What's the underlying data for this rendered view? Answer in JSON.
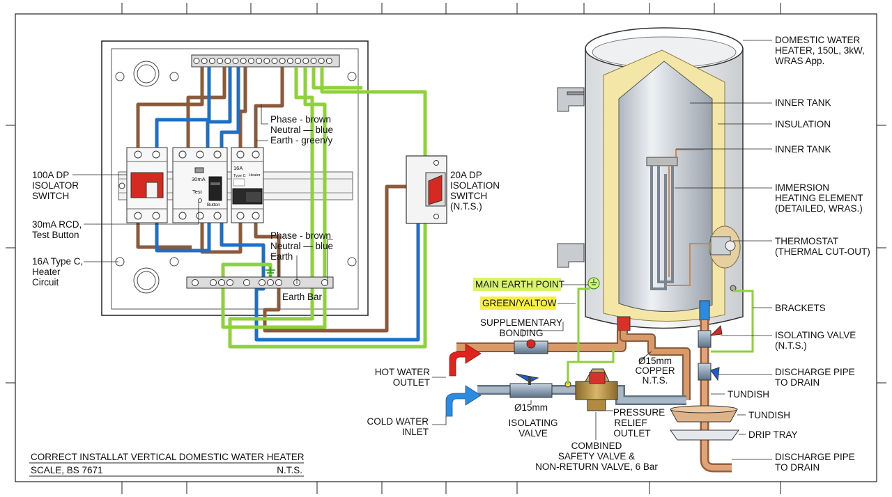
{
  "title_block": {
    "title": "CORRECT INSTALLAT VERTICAL DOMESTIC WATER HEATER",
    "scale": "SCALE, BS 7671",
    "nts": "N.T.S."
  },
  "consumer_unit": {
    "labels": {
      "isolator": [
        "100A DP",
        "ISOLATOR",
        "SWITCH"
      ],
      "rcd": [
        "30mA RCD,",
        "Test Button"
      ],
      "mcb": [
        "16A Type C,",
        "Heater",
        "Circuit"
      ],
      "wires_top": [
        "Phase - brown",
        "Neutral — blue",
        "Earth - green/y"
      ],
      "wires_bottom": [
        "Phase - brown",
        "Neutral — blue",
        "Earth"
      ],
      "earth_bar": "Earth Bar"
    },
    "device_text": {
      "rcd_rating": "30mA",
      "rcd_test": "Test",
      "rcd_button": "Button",
      "mcb_rating": "16A",
      "mcb_type": "Type C",
      "mcb_heater": "Heater"
    }
  },
  "isolation_switch": [
    "20A DP",
    "ISOLATION",
    "SWITCH",
    "(N.T.S.)"
  ],
  "heater_labels": {
    "heater": [
      "DOMESTIC WATER",
      "HEATER, 150L, 3kW,",
      "WRAS App."
    ],
    "inner_tank_1": "INNER TANK",
    "insulation": "INSULATION",
    "inner_tank_2": "INNER TANK",
    "element": [
      "IMMERSION",
      "HEATING ELEMENT",
      "(DETAILED, WRAS.)"
    ],
    "thermostat": [
      "THERMOSTAT",
      "(THERMAL CUT-OUT)"
    ],
    "brackets": "BRACKETS",
    "isolating_valve_right": [
      "ISOLATING VALVE",
      "(N.T.S.)"
    ],
    "discharge_1": [
      "DISCHARGE PIPE",
      "TO DRAIN"
    ],
    "tundish_1": "TUNDISH",
    "tundish_2": "TUNDISH",
    "drip_tray": "DRIP TRAY",
    "discharge_2": [
      "DISCHARGE PIPE",
      "TO DRAIN"
    ]
  },
  "plumbing_labels": {
    "main_earth": "MAIN EARTH POINT",
    "green_yellow": "GREEN/YALTOW",
    "bonding": [
      "SUPPLEMENTARY",
      "BONDING"
    ],
    "hot_outlet": [
      "HOT WATER",
      "OUTLET"
    ],
    "cold_inlet": [
      "COLD WATER",
      "INLET"
    ],
    "copper": [
      "Ø15mm",
      "COPPER",
      "N.T.S."
    ],
    "iso_valve": [
      "Ø15mm",
      "ISOLATING",
      "VALVE"
    ],
    "prv": [
      "PRESSURE",
      "RELIEF",
      "OUTLET"
    ],
    "combined": [
      "COMBINED",
      "SAFETY VALVE &",
      "NON-RETURN VALVE, 6 Bar"
    ]
  },
  "colors": {
    "phase_brown": "#8a5a3a",
    "neutral_blue": "#1f6fc4",
    "earth_green": "#8fd13a",
    "copper": "#c9875a",
    "insulation": "#f3e6a6",
    "hot_arrow": "#e0241b",
    "cold_arrow": "#2a8be0",
    "highlight_green": "#d9f36b",
    "highlight_yellow": "#f7ef3d"
  }
}
